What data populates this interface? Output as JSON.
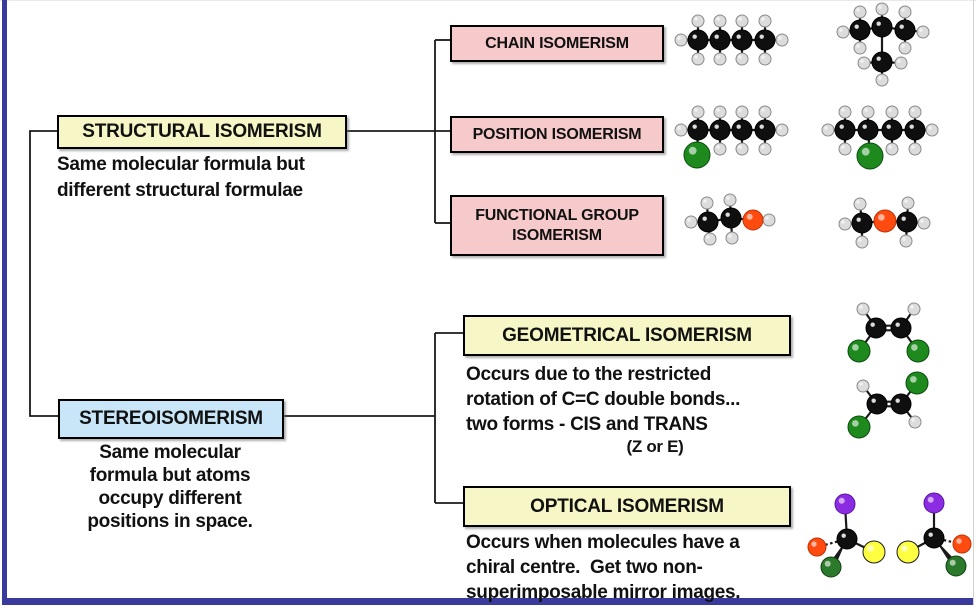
{
  "frame_color": "#3a3a9c",
  "boxes": {
    "structural": {
      "label": "STRUCTURAL ISOMERISM",
      "fill": "#f6f6c6"
    },
    "stereo": {
      "label": "STEREOISOMERISM",
      "fill": "#c9e6f8"
    },
    "chain": {
      "label": "CHAIN ISOMERISM",
      "fill": "#f6caca"
    },
    "position": {
      "label": "POSITION ISOMERISM",
      "fill": "#f6caca"
    },
    "functional": {
      "label": "FUNCTIONAL GROUP\nISOMERISM",
      "fill": "#f6caca"
    },
    "geometrical": {
      "label": "GEOMETRICAL ISOMERISM",
      "fill": "#f6f6c6"
    },
    "optical": {
      "label": "OPTICAL ISOMERISM",
      "fill": "#f6f6c6"
    }
  },
  "descriptions": {
    "structural": "Same molecular formula but\ndifferent structural formulae",
    "stereo": "Same molecular\nformula but atoms\noccupy different\npositions in space.",
    "geometrical": "Occurs due to the restricted\nrotation of C=C double bonds...\ntwo forms - CIS and TRANS",
    "geometrical_note": "(Z or E)",
    "optical": "Occurs when molecules have a\nchiral centre.  Get two non-\nsuperimposable mirror images."
  },
  "connector_color": "#1a1a1a",
  "connectors": [
    [
      57,
      131,
      30,
      131,
      30,
      416,
      58,
      416
    ],
    [
      343,
      131,
      450,
      131
    ],
    [
      435,
      40,
      435,
      223
    ],
    [
      435,
      40,
      450,
      40
    ],
    [
      435,
      223,
      450,
      223
    ],
    [
      280,
      416,
      435,
      416
    ],
    [
      435,
      333,
      435,
      503
    ],
    [
      435,
      333,
      463,
      333
    ],
    [
      435,
      503,
      463,
      503
    ]
  ],
  "element_colors": {
    "C": {
      "fill": "#0f0f0f",
      "stroke": "#000000"
    },
    "H": {
      "fill": "#dcdcdc",
      "stroke": "#8a8a8a"
    },
    "Cl": {
      "fill": "#1e8a1e",
      "stroke": "#0a4d0e"
    },
    "O": {
      "fill": "#ff4a10",
      "stroke": "#bd3305"
    },
    "P": {
      "fill": "#8b2be2",
      "stroke": "#5718a0"
    },
    "Y": {
      "fill": "#ffff42",
      "stroke": "#1c1c1c"
    },
    "G": {
      "fill": "#2b7a2b",
      "stroke": "#123f12"
    }
  },
  "molecules": [
    {
      "name": "butane",
      "atoms": [
        [
          "H",
          681,
          40,
          6
        ],
        [
          "H",
          782,
          40,
          6
        ],
        [
          "H",
          698,
          21,
          6
        ],
        [
          "H",
          720,
          21,
          6
        ],
        [
          "H",
          742,
          21,
          6
        ],
        [
          "H",
          765,
          21,
          6
        ],
        [
          "H",
          698,
          59,
          6
        ],
        [
          "H",
          720,
          59,
          6
        ],
        [
          "H",
          742,
          59,
          6
        ],
        [
          "H",
          765,
          59,
          6
        ],
        [
          "C",
          698,
          40,
          10
        ],
        [
          "C",
          720,
          40,
          10
        ],
        [
          "C",
          742,
          40,
          10
        ],
        [
          "C",
          765,
          40,
          10
        ]
      ],
      "bonds": [
        [
          698,
          40,
          720,
          40,
          "s"
        ],
        [
          720,
          40,
          742,
          40,
          "s"
        ],
        [
          742,
          40,
          765,
          40,
          "s"
        ],
        [
          698,
          40,
          681,
          40,
          "s"
        ],
        [
          765,
          40,
          782,
          40,
          "s"
        ],
        [
          698,
          40,
          698,
          21,
          "s"
        ],
        [
          720,
          40,
          720,
          21,
          "s"
        ],
        [
          742,
          40,
          742,
          21,
          "s"
        ],
        [
          765,
          40,
          765,
          21,
          "s"
        ],
        [
          698,
          40,
          698,
          59,
          "s"
        ],
        [
          720,
          40,
          720,
          59,
          "s"
        ],
        [
          742,
          40,
          742,
          59,
          "s"
        ],
        [
          765,
          40,
          765,
          59,
          "s"
        ]
      ]
    },
    {
      "name": "methylpropane",
      "atoms": [
        [
          "H",
          860,
          12,
          6
        ],
        [
          "H",
          882,
          9,
          6
        ],
        [
          "H",
          905,
          12,
          6
        ],
        [
          "H",
          843,
          32,
          6
        ],
        [
          "H",
          923,
          32,
          6
        ],
        [
          "H",
          860,
          48,
          6
        ],
        [
          "H",
          905,
          48,
          6
        ],
        [
          "H",
          864,
          63,
          6
        ],
        [
          "H",
          901,
          63,
          6
        ],
        [
          "H",
          882,
          80,
          6
        ],
        [
          "C",
          860,
          30,
          10
        ],
        [
          "C",
          882,
          27,
          10
        ],
        [
          "C",
          905,
          30,
          10
        ],
        [
          "C",
          882,
          62,
          10
        ]
      ],
      "bonds": [
        [
          860,
          30,
          882,
          27,
          "s"
        ],
        [
          882,
          27,
          905,
          30,
          "s"
        ],
        [
          882,
          27,
          882,
          62,
          "s"
        ],
        [
          860,
          30,
          860,
          12,
          "s"
        ],
        [
          882,
          27,
          882,
          9,
          "s"
        ],
        [
          905,
          30,
          905,
          12,
          "s"
        ],
        [
          860,
          30,
          843,
          32,
          "s"
        ],
        [
          905,
          30,
          923,
          32,
          "s"
        ],
        [
          860,
          30,
          860,
          48,
          "s"
        ],
        [
          905,
          30,
          905,
          48,
          "s"
        ],
        [
          882,
          62,
          864,
          63,
          "s"
        ],
        [
          882,
          62,
          901,
          63,
          "s"
        ],
        [
          882,
          62,
          882,
          80,
          "s"
        ]
      ]
    },
    {
      "name": "1-chlorobutane",
      "atoms": [
        [
          "H",
          681,
          130,
          6
        ],
        [
          "H",
          782,
          130,
          6
        ],
        [
          "H",
          698,
          112,
          6
        ],
        [
          "H",
          720,
          112,
          6
        ],
        [
          "H",
          742,
          112,
          6
        ],
        [
          "H",
          765,
          112,
          6
        ],
        [
          "H",
          720,
          149,
          6
        ],
        [
          "H",
          742,
          149,
          6
        ],
        [
          "H",
          765,
          149,
          6
        ],
        [
          "C",
          698,
          130,
          10
        ],
        [
          "C",
          720,
          130,
          10
        ],
        [
          "C",
          742,
          130,
          10
        ],
        [
          "C",
          765,
          130,
          10
        ],
        [
          "Cl",
          697,
          155,
          13
        ]
      ],
      "bonds": [
        [
          698,
          130,
          720,
          130,
          "s"
        ],
        [
          720,
          130,
          742,
          130,
          "s"
        ],
        [
          742,
          130,
          765,
          130,
          "s"
        ],
        [
          698,
          130,
          681,
          130,
          "s"
        ],
        [
          765,
          130,
          782,
          130,
          "s"
        ],
        [
          698,
          130,
          698,
          112,
          "s"
        ],
        [
          720,
          130,
          720,
          112,
          "s"
        ],
        [
          742,
          130,
          742,
          112,
          "s"
        ],
        [
          765,
          130,
          765,
          112,
          "s"
        ],
        [
          720,
          130,
          720,
          149,
          "s"
        ],
        [
          742,
          130,
          742,
          149,
          "s"
        ],
        [
          765,
          130,
          765,
          149,
          "s"
        ],
        [
          698,
          130,
          697,
          155,
          "s"
        ]
      ]
    },
    {
      "name": "2-chlorobutane",
      "atoms": [
        [
          "H",
          828,
          130,
          6
        ],
        [
          "H",
          932,
          130,
          6
        ],
        [
          "H",
          845,
          112,
          6
        ],
        [
          "H",
          868,
          112,
          6
        ],
        [
          "H",
          892,
          112,
          6
        ],
        [
          "H",
          915,
          112,
          6
        ],
        [
          "H",
          845,
          149,
          6
        ],
        [
          "H",
          892,
          149,
          6
        ],
        [
          "H",
          915,
          149,
          6
        ],
        [
          "C",
          845,
          130,
          10
        ],
        [
          "C",
          868,
          130,
          10
        ],
        [
          "C",
          892,
          130,
          10
        ],
        [
          "C",
          915,
          130,
          10
        ],
        [
          "Cl",
          870,
          156,
          13
        ]
      ],
      "bonds": [
        [
          845,
          130,
          868,
          130,
          "s"
        ],
        [
          868,
          130,
          892,
          130,
          "s"
        ],
        [
          892,
          130,
          915,
          130,
          "s"
        ],
        [
          845,
          130,
          828,
          130,
          "s"
        ],
        [
          915,
          130,
          932,
          130,
          "s"
        ],
        [
          845,
          130,
          845,
          112,
          "s"
        ],
        [
          868,
          130,
          868,
          112,
          "s"
        ],
        [
          892,
          130,
          892,
          112,
          "s"
        ],
        [
          915,
          130,
          915,
          112,
          "s"
        ],
        [
          845,
          130,
          845,
          149,
          "s"
        ],
        [
          892,
          130,
          892,
          149,
          "s"
        ],
        [
          915,
          130,
          915,
          149,
          "s"
        ],
        [
          868,
          130,
          870,
          156,
          "s"
        ]
      ]
    },
    {
      "name": "ethanol",
      "atoms": [
        [
          "H",
          691,
          222,
          6
        ],
        [
          "H",
          707,
          203,
          6
        ],
        [
          "H",
          710,
          239,
          6
        ],
        [
          "H",
          730,
          200,
          6
        ],
        [
          "H",
          732,
          238,
          6
        ],
        [
          "H",
          769,
          220,
          6
        ],
        [
          "C",
          708,
          222,
          10
        ],
        [
          "C",
          731,
          218,
          10
        ],
        [
          "O",
          753,
          220,
          10
        ]
      ],
      "bonds": [
        [
          708,
          222,
          731,
          218,
          "s"
        ],
        [
          731,
          218,
          753,
          220,
          "s"
        ],
        [
          753,
          220,
          769,
          220,
          "s"
        ],
        [
          708,
          222,
          691,
          222,
          "s"
        ],
        [
          708,
          222,
          707,
          203,
          "s"
        ],
        [
          708,
          222,
          710,
          239,
          "s"
        ],
        [
          731,
          218,
          730,
          200,
          "s"
        ],
        [
          731,
          218,
          732,
          238,
          "s"
        ]
      ]
    },
    {
      "name": "dimethyl-ether",
      "atoms": [
        [
          "H",
          845,
          224,
          6
        ],
        [
          "H",
          860,
          204,
          6
        ],
        [
          "H",
          862,
          242,
          6
        ],
        [
          "H",
          908,
          203,
          6
        ],
        [
          "H",
          906,
          241,
          6
        ],
        [
          "H",
          924,
          223,
          6
        ],
        [
          "C",
          862,
          223,
          10
        ],
        [
          "C",
          907,
          222,
          10
        ],
        [
          "O",
          885,
          221,
          11
        ]
      ],
      "bonds": [
        [
          862,
          223,
          885,
          221,
          "s"
        ],
        [
          885,
          221,
          907,
          222,
          "s"
        ],
        [
          862,
          223,
          845,
          224,
          "s"
        ],
        [
          862,
          223,
          860,
          204,
          "s"
        ],
        [
          862,
          223,
          862,
          242,
          "s"
        ],
        [
          907,
          222,
          908,
          203,
          "s"
        ],
        [
          907,
          222,
          906,
          241,
          "s"
        ],
        [
          907,
          222,
          924,
          223,
          "s"
        ]
      ]
    },
    {
      "name": "cis-isomer",
      "atoms": [
        [
          "H",
          863,
          309,
          6
        ],
        [
          "H",
          914,
          309,
          6
        ],
        [
          "C",
          876,
          328,
          10
        ],
        [
          "C",
          901,
          328,
          10
        ],
        [
          "Cl",
          859,
          351,
          11
        ],
        [
          "Cl",
          918,
          351,
          11
        ]
      ],
      "bonds": [
        [
          876,
          328,
          901,
          328,
          "d"
        ],
        [
          876,
          328,
          863,
          309,
          "s"
        ],
        [
          901,
          328,
          914,
          309,
          "s"
        ],
        [
          876,
          328,
          859,
          351,
          "s"
        ],
        [
          901,
          328,
          918,
          351,
          "s"
        ]
      ]
    },
    {
      "name": "trans-isomer",
      "atoms": [
        [
          "H",
          863,
          386,
          6
        ],
        [
          "H",
          915,
          422,
          6
        ],
        [
          "C",
          877,
          404,
          10
        ],
        [
          "C",
          901,
          404,
          10
        ],
        [
          "Cl",
          917,
          383,
          11
        ],
        [
          "Cl",
          859,
          427,
          11
        ]
      ],
      "bonds": [
        [
          877,
          404,
          901,
          404,
          "d"
        ],
        [
          877,
          404,
          863,
          386,
          "s"
        ],
        [
          901,
          404,
          917,
          383,
          "s"
        ],
        [
          877,
          404,
          859,
          427,
          "s"
        ],
        [
          901,
          404,
          915,
          422,
          "s"
        ]
      ]
    },
    {
      "name": "mirror-left",
      "atoms": [
        [
          "P",
          845,
          504,
          10
        ],
        [
          "Y",
          874,
          552,
          11
        ],
        [
          "G",
          831,
          567,
          10
        ],
        [
          "O",
          817,
          547,
          9
        ],
        [
          "C",
          847,
          539,
          10
        ]
      ],
      "bonds": [
        [
          847,
          539,
          845,
          504,
          "s"
        ],
        [
          847,
          539,
          874,
          552,
          "s"
        ],
        [
          847,
          539,
          831,
          567,
          "w"
        ],
        [
          847,
          539,
          817,
          547,
          "dash"
        ]
      ]
    },
    {
      "name": "mirror-right",
      "atoms": [
        [
          "P",
          934,
          503,
          10
        ],
        [
          "Y",
          908,
          552,
          11
        ],
        [
          "G",
          956,
          566,
          10
        ],
        [
          "O",
          962,
          544,
          9
        ],
        [
          "C",
          934,
          538,
          10
        ]
      ],
      "bonds": [
        [
          934,
          538,
          934,
          503,
          "s"
        ],
        [
          934,
          538,
          908,
          552,
          "s"
        ],
        [
          934,
          538,
          956,
          566,
          "w"
        ],
        [
          934,
          538,
          962,
          544,
          "dash"
        ]
      ]
    }
  ]
}
